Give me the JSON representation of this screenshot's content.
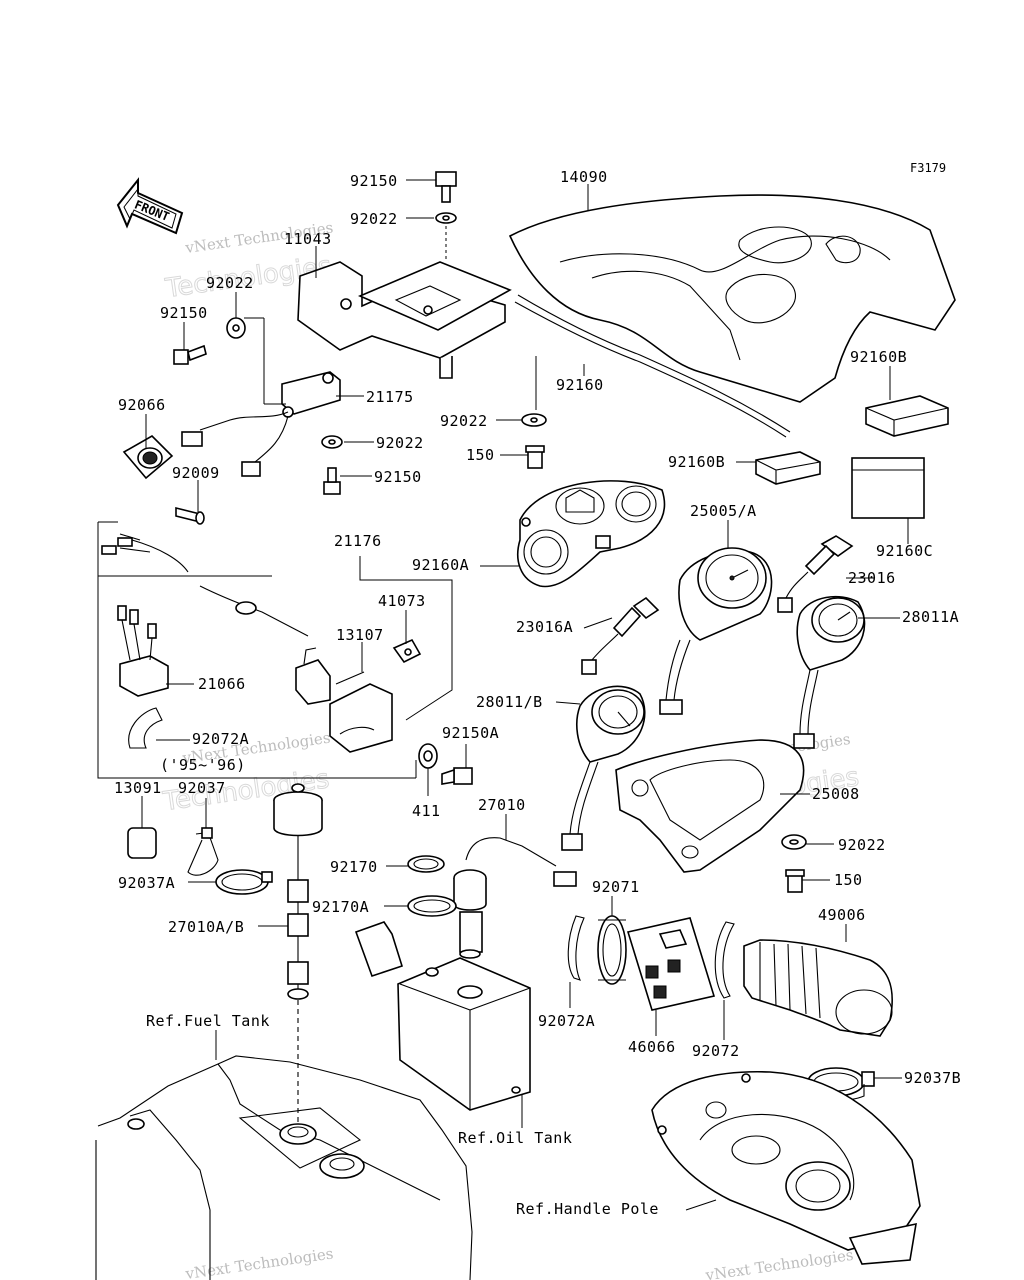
{
  "figure_code": "F3179",
  "front_arrow_label": "FRONT",
  "watermark": {
    "line1": "vNext Technologies",
    "line2": "Technologies"
  },
  "labels": {
    "p92150_top": "92150",
    "p14090": "14090",
    "p92022_a": "92022",
    "p11043": "11043",
    "p92022_b": "92022",
    "p92150_b": "92150",
    "p21175": "21175",
    "p92066": "92066",
    "p92022_c": "92022",
    "p92009": "92009",
    "p92150_c": "92150",
    "p92160": "92160",
    "p92022_d": "92022",
    "p150_a": "150",
    "p92160B_a": "92160B",
    "p92160B_b": "92160B",
    "p92160C": "92160C",
    "p21176": "21176",
    "p92160A": "92160A",
    "p25005": "25005/A",
    "p23016": "23016",
    "p41073": "41073",
    "p13107": "13107",
    "p23016A": "23016A",
    "p28011A": "28011A",
    "p21066": "21066",
    "p28011B": "28011/B",
    "p92072A_a": "92072A",
    "p95_96": "('95~'96)",
    "p92150A": "92150A",
    "p13091": "13091",
    "p92037": "92037",
    "p411": "411",
    "p25008": "25008",
    "p27010": "27010",
    "p92022_e": "92022",
    "p92170": "92170",
    "p92037A": "92037A",
    "p150_b": "150",
    "p92071": "92071",
    "p49006": "49006",
    "p92170A": "92170A",
    "p27010AB": "27010A/B",
    "p92072A_b": "92072A",
    "p46066": "46066",
    "p92072": "92072",
    "ref_fuel_tank": "Ref.Fuel Tank",
    "p92037B": "92037B",
    "ref_oil_tank": "Ref.Oil Tank",
    "ref_handle_pole": "Ref.Handle Pole"
  }
}
